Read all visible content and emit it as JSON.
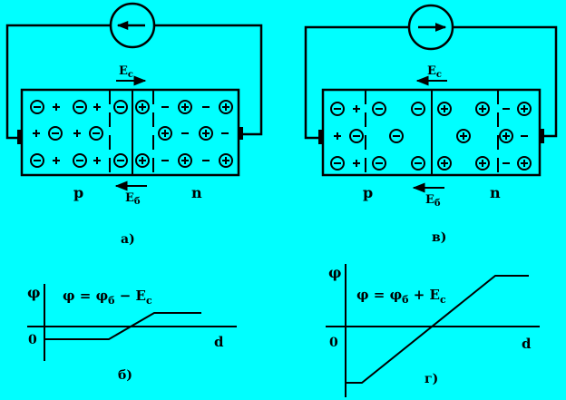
{
  "colors": {
    "background": "#00ffff",
    "ink": "#000000"
  },
  "icons": {
    "plus": "circled-plus",
    "minus": "circled-minus",
    "meter": "galvanometer-circle",
    "contact": "electrode"
  },
  "panel_a": {
    "field_label": "E",
    "field_sub": "c",
    "diffusion_field_label": "E",
    "diffusion_field_sub": "б",
    "p_label": "p",
    "n_label": "n",
    "caption": "а)"
  },
  "panel_v": {
    "field_label": "E",
    "field_sub": "c",
    "diffusion_field_label": "E",
    "diffusion_field_sub": "б",
    "p_label": "p",
    "n_label": "n",
    "caption": "в)"
  },
  "panel_b": {
    "y_axis": "φ",
    "equation": "φ = φ",
    "equation_sub": "б",
    "equation_tail": " − E",
    "equation_tail_sub": "c",
    "origin": "0",
    "x_axis": "d",
    "caption": "б)"
  },
  "panel_g": {
    "y_axis": "φ",
    "equation": "φ = φ",
    "equation_sub": "б",
    "equation_tail": " + E",
    "equation_tail_sub": "c",
    "origin": "0",
    "x_axis": "d",
    "caption": "г)"
  }
}
